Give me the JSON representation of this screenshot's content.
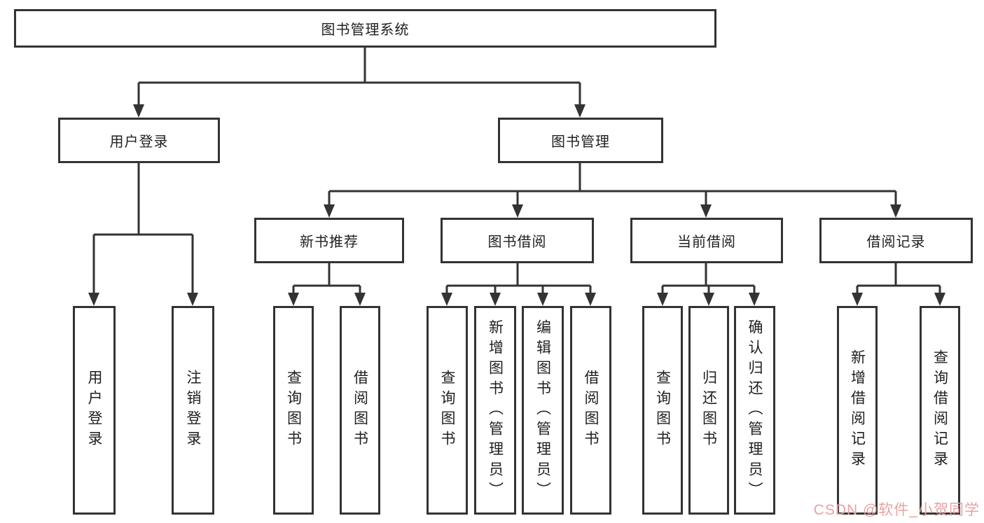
{
  "diagram": {
    "root": {
      "label": "图书管理系统"
    },
    "branches": [
      {
        "label": "用户登录",
        "children": [
          {
            "label": "用户登录"
          },
          {
            "label": "注销登录"
          }
        ]
      },
      {
        "label": "图书管理",
        "sections": [
          {
            "label": "新书推荐",
            "children": [
              {
                "label": "查询图书"
              },
              {
                "label": "借阅图书"
              }
            ]
          },
          {
            "label": "图书借阅",
            "children": [
              {
                "label": "查询图书"
              },
              {
                "label": "新增图书（管理员）"
              },
              {
                "label": "编辑图书（管理员）"
              },
              {
                "label": "借阅图书"
              }
            ]
          },
          {
            "label": "当前借阅",
            "children": [
              {
                "label": "查询图书"
              },
              {
                "label": "归还图书"
              },
              {
                "label": "确认归还（管理员）"
              }
            ]
          },
          {
            "label": "借阅记录",
            "children": [
              {
                "label": "新增借阅记录"
              },
              {
                "label": "查询借阅记录"
              }
            ]
          }
        ]
      }
    ]
  },
  "watermark": {
    "text": "CSDN @软件_小贺同学",
    "color": "#eba1a1"
  },
  "colors": {
    "line": "#333333",
    "text": "#1f1f1f",
    "background": "#ffffff"
  }
}
